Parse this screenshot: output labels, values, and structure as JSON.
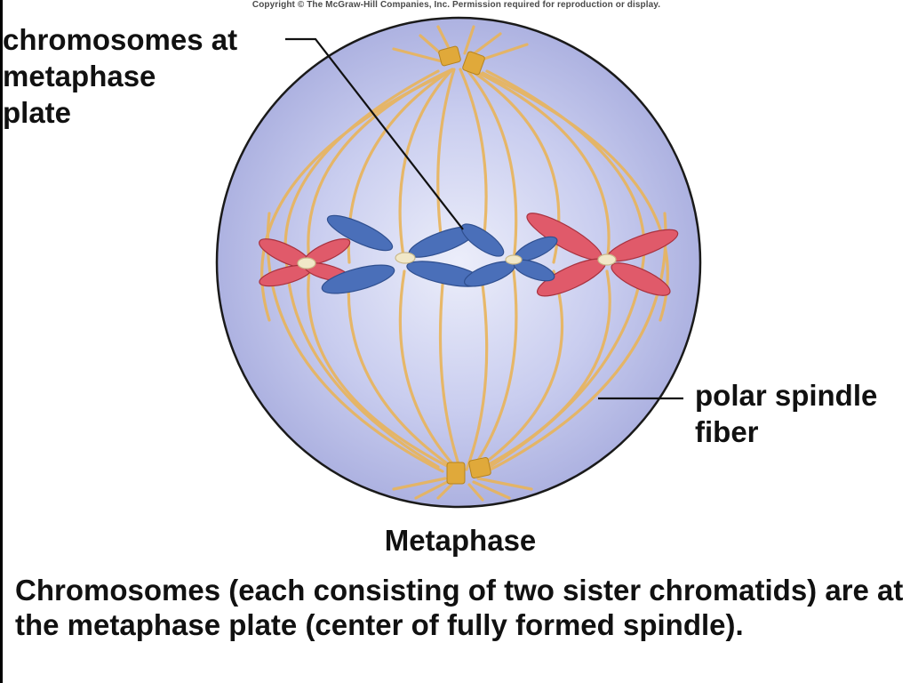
{
  "copyright": "Copyright © The McGraw-Hill Companies, Inc. Permission required for reproduction or display.",
  "labels": {
    "chromosomes": "chromosomes at\nmetaphase\nplate",
    "polar_fiber": "polar spindle\nfiber"
  },
  "stage_title": "Metaphase",
  "caption": "Chromosomes (each consisting of two sister chromatids) are at the metaphase plate (center of fully formed spindle).",
  "colors": {
    "cell_fill": "#b7bce6",
    "cell_outline": "#1a1a1a",
    "spindle_fiber": "#e9b45a",
    "centriole": "#e0a93a",
    "chromosome_blue": "#4a6fb9",
    "chromosome_red": "#e05a6a",
    "centromere": "#f1e8c8"
  }
}
